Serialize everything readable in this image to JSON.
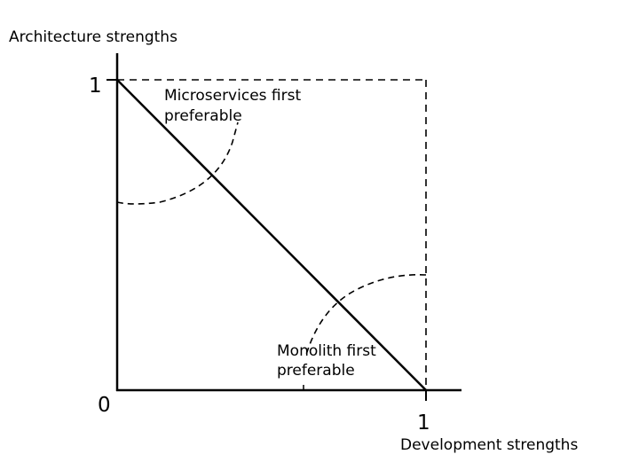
{
  "labels": {
    "y_axis": "Architecture strengths",
    "x_axis": "Development strengths",
    "origin": "0",
    "y_max": "1",
    "x_max": "1",
    "region_top_line1": "Microservices first",
    "region_top_line2": "preferable",
    "region_bottom_line1": "Monolith first",
    "region_bottom_line2": "preferable"
  },
  "colors": {
    "ink": "#000000",
    "background": "#ffffff"
  }
}
